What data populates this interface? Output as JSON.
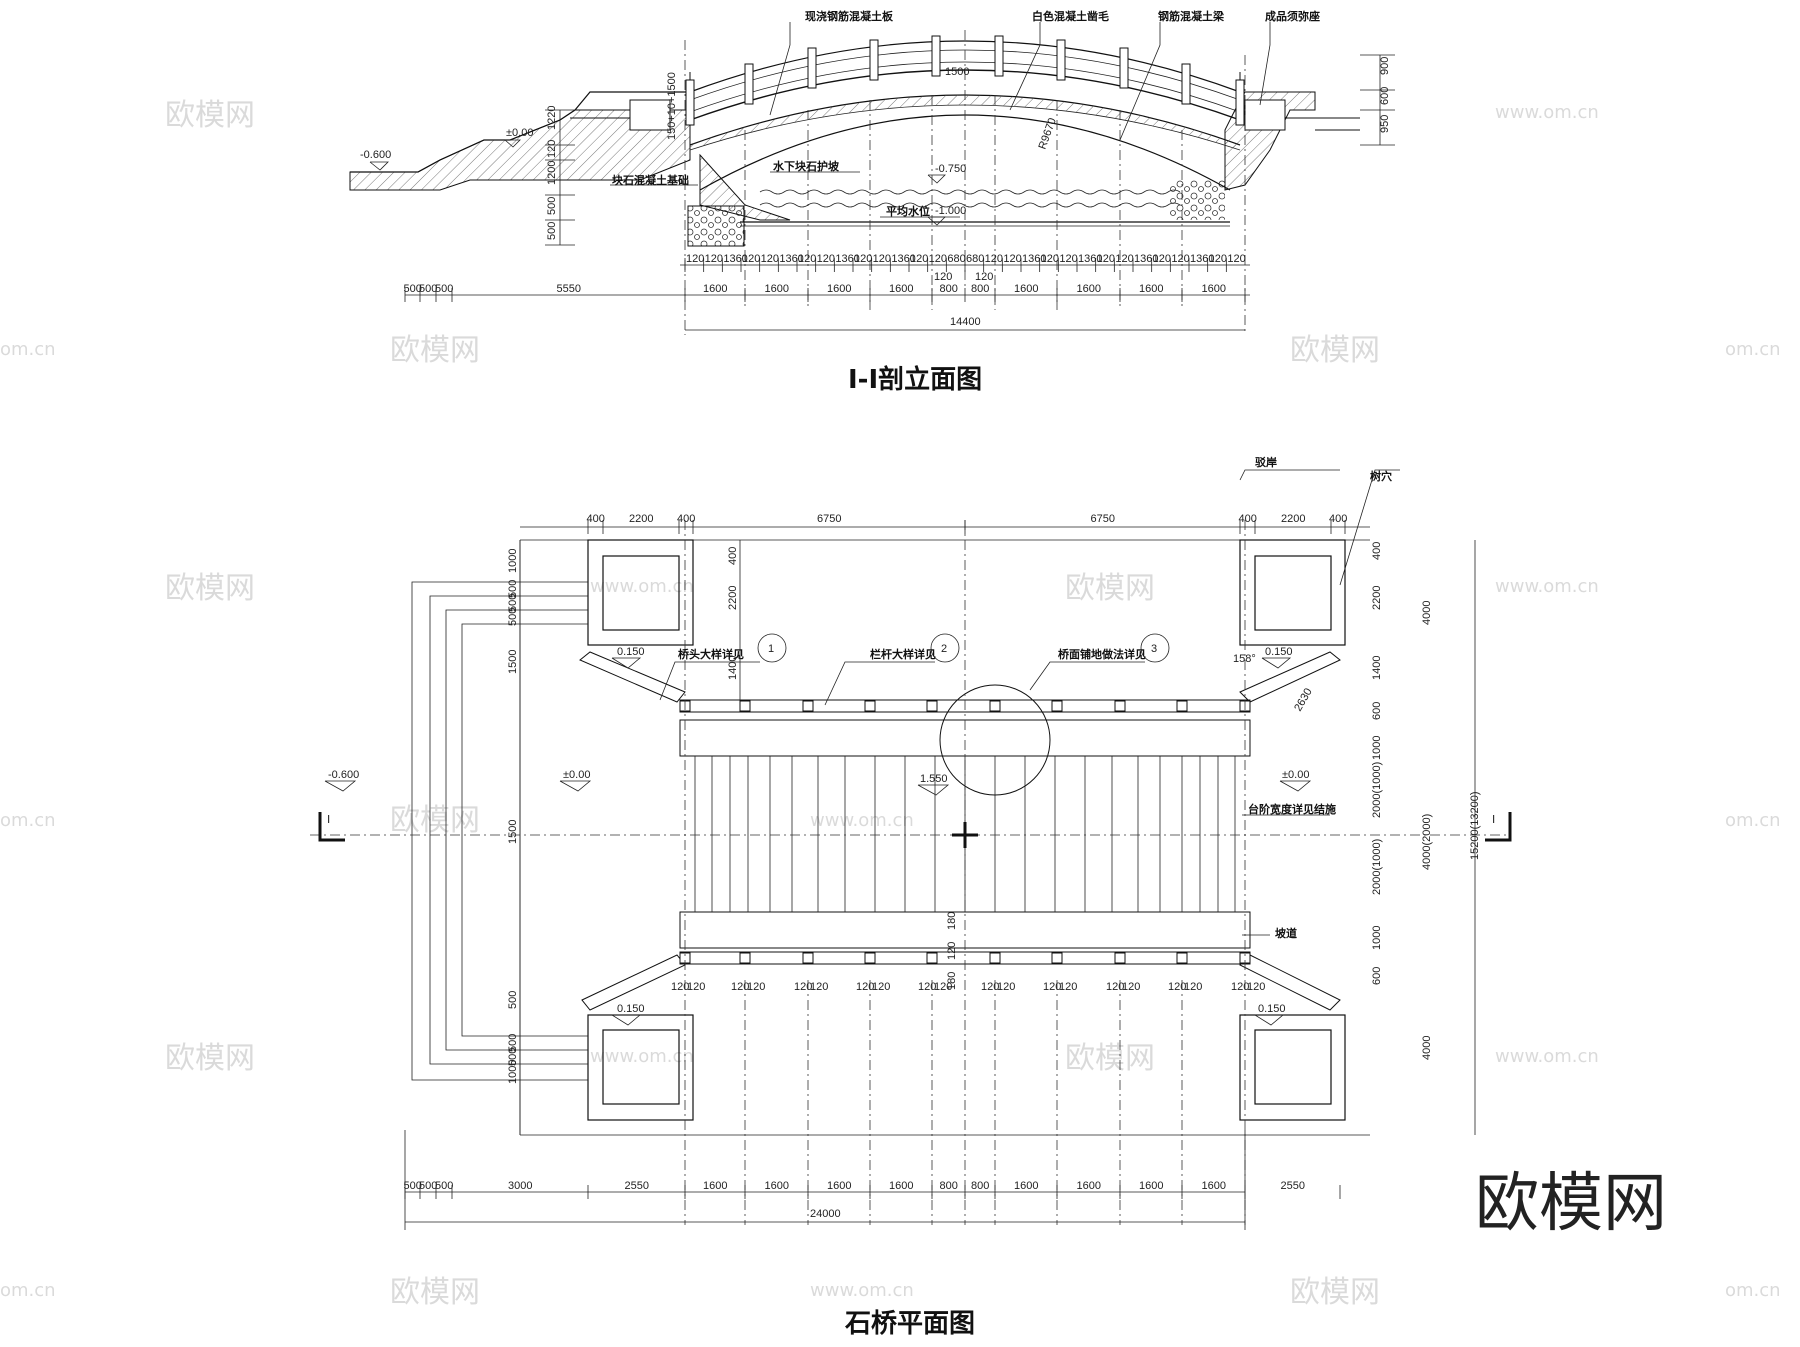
{
  "titles": {
    "section": "Ⅰ-Ⅰ剖立面图",
    "plan": "石桥平面图"
  },
  "brand": "欧模网",
  "watermarks": [
    "欧模网",
    "www.om.cn",
    "om.cn"
  ],
  "section_notes": {
    "deck_slab": "现浇钢筋混凝土板",
    "white_concrete": "白色混凝土凿毛",
    "rc_beam": "钢筋混凝土梁",
    "baluster_base": "成品须弥座",
    "rubble_found": "块石混凝土基础",
    "revetment": "水下块石护坡",
    "water_level": "平均水位",
    "elev_0": "±0.00",
    "elev_m06": "-0.600",
    "elev_m075": "-0.750",
    "elev_m1": "-1.000",
    "radius": "R9670",
    "dim_1500": "1500",
    "dim_150": "150+10+1500"
  },
  "section_right_dims": [
    "900",
    "600",
    "950"
  ],
  "section_left_dims": [
    "1220",
    "120",
    "1200",
    "500",
    "500"
  ],
  "section_dims_row1": [
    "120",
    "120",
    "1360",
    "120",
    "120",
    "1360",
    "120",
    "120",
    "1360",
    "120",
    "120",
    "1360",
    "120",
    "120",
    "680",
    "680",
    "120",
    "120",
    "1360",
    "120",
    "120",
    "1360",
    "120",
    "120",
    "1360",
    "120",
    "120",
    "1360",
    "120",
    "120"
  ],
  "section_dims_row2": [
    "500",
    "500",
    "500",
    "5550",
    "1600",
    "1600",
    "1600",
    "1600",
    "800",
    "800",
    "1600",
    "1600",
    "1600",
    "1600"
  ],
  "section_mid": [
    "120",
    "120"
  ],
  "section_total": "14400",
  "plan_notes": {
    "revetment": "驳岸",
    "tree_pit": "树穴",
    "bridgehead": "桥头大样详见",
    "railing": "栏杆大样详见",
    "paving": "桥面铺地做法详见",
    "step_width": "台阶宽度详见结施",
    "ramp": "坡道",
    "elev_015a": "0.150",
    "elev_015b": "0.150",
    "elev_015c": "0.150",
    "elev_015d": "0.150",
    "elev_m06": "-0.600",
    "elev_0a": "±0.00",
    "elev_0b": "±0.00",
    "elev_155": "1.550",
    "angle": "158°",
    "len_2630": "2630",
    "cut_l": "Ⅰ",
    "cut_r": "Ⅰ",
    "callout1": "1",
    "callout2": "2",
    "callout3": "3"
  },
  "plan_top_dims": [
    "400",
    "2200",
    "400",
    "6750",
    "6750",
    "400",
    "2200",
    "400"
  ],
  "plan_left_dims": [
    "1000",
    "500",
    "500",
    "500",
    "1500",
    "1500",
    "500",
    "500",
    "500",
    "1000"
  ],
  "plan_inner_dims_l": [
    "400",
    "2200",
    "1400"
  ],
  "plan_right_dims": [
    "400",
    "2200",
    "1400",
    "600",
    "1000",
    "2000(1000)",
    "2000(1000)",
    "1000",
    "600",
    "4000",
    "4000",
    "4000(2000)",
    "15200(13200)"
  ],
  "plan_mid_dims": [
    "120",
    "120",
    "120",
    "120",
    "120",
    "120",
    "120",
    "120",
    "120",
    "120",
    "120",
    "120",
    "120",
    "120",
    "120",
    "120",
    "120",
    "120",
    "120",
    "120"
  ],
  "plan_vert_mid": [
    "180",
    "120",
    "180"
  ],
  "plan_bottom_row1": [
    "500",
    "500",
    "500",
    "3000",
    "2550",
    "1600",
    "1600",
    "1600",
    "1600",
    "800",
    "800",
    "1600",
    "1600",
    "1600",
    "1600",
    "2550"
  ],
  "plan_bottom_total": "24000"
}
